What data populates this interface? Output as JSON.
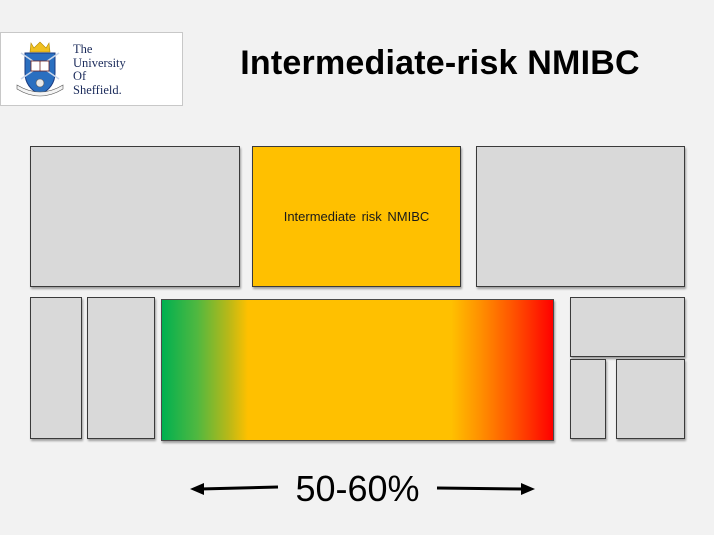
{
  "logo": {
    "lines": [
      "The",
      "University",
      "Of",
      "Sheffield."
    ],
    "crest_icon": "university-crest-icon"
  },
  "slide": {
    "title": "Intermediate-risk NMIBC"
  },
  "diagram": {
    "center_box_label": "Intermediate  risk NMIBC",
    "center_box_color": "#ffc000",
    "neutral_box_color": "#d9d9d9",
    "gradient": {
      "colors": [
        "#00b050",
        "#ffc000",
        "#ff0000"
      ],
      "direction": "left-to-right"
    },
    "range": {
      "label": "50-60%",
      "left_arrow_icon": "arrow-left-icon",
      "right_arrow_icon": "arrow-right-icon"
    }
  }
}
